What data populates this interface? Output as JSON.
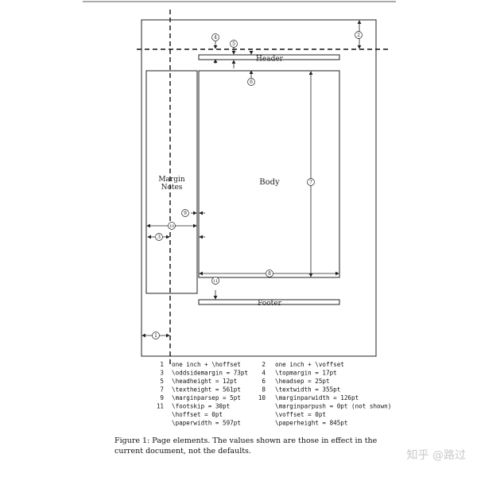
{
  "figure": {
    "labels": {
      "header": "Header",
      "footer": "Footer",
      "body": "Body",
      "margin_notes_line1": "Margin",
      "margin_notes_line2": "Notes"
    },
    "callouts": [
      "1",
      "2",
      "3",
      "4",
      "5",
      "6",
      "7",
      "8",
      "9",
      "10",
      "11"
    ],
    "legend_rows": [
      {
        "n1": "1",
        "t1": "one inch + \\hoffset",
        "n2": "2",
        "t2": "one inch + \\voffset"
      },
      {
        "n1": "3",
        "t1": "\\oddsidemargin = 73pt",
        "n2": "4",
        "t2": "\\topmargin = 17pt"
      },
      {
        "n1": "5",
        "t1": "\\headheight = 12pt",
        "n2": "6",
        "t2": "\\headsep = 25pt"
      },
      {
        "n1": "7",
        "t1": "\\textheight = 561pt",
        "n2": "8",
        "t2": "\\textwidth = 355pt"
      },
      {
        "n1": "9",
        "t1": "\\marginparsep = 5pt",
        "n2": "10",
        "t2": "\\marginparwidth = 126pt"
      },
      {
        "n1": "11",
        "t1": "\\footskip = 30pt",
        "n2": "",
        "t2": "\\marginparpush = 0pt (not shown)"
      },
      {
        "n1": "",
        "t1": "\\hoffset = 0pt",
        "n2": "",
        "t2": "\\voffset = 0pt"
      },
      {
        "n1": "",
        "t1": "\\paperwidth = 597pt",
        "n2": "",
        "t2": "\\paperheight = 845pt"
      }
    ],
    "caption": "Figure 1:  Page elements.  The values shown are those in effect in the current document, not the defaults."
  },
  "watermark": "知乎 @路过"
}
